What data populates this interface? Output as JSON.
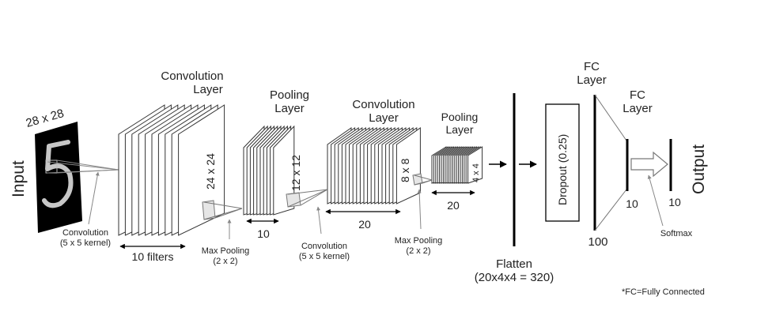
{
  "input": {
    "label": "Input",
    "size": "28 x 28"
  },
  "conv1": {
    "title_line1": "Convolution",
    "title_line2": "Layer",
    "size": "24 x 24",
    "filters": "10 filters",
    "kernel_line1": "Convolution",
    "kernel_line2": "(5 x 5 kernel)"
  },
  "pool1": {
    "title_line1": "Pooling",
    "title_line2": "Layer",
    "size": "12 x 12",
    "depth": "10",
    "op_line1": "Max Pooling",
    "op_line2": "(2 x 2)"
  },
  "conv2": {
    "title_line1": "Convolution",
    "title_line2": "Layer",
    "size": "8 x 8",
    "depth": "20",
    "kernel_line1": "Convolution",
    "kernel_line2": "(5 x 5 kernel)"
  },
  "pool2": {
    "title_line1": "Pooling",
    "title_line2": "Layer",
    "size": "4 x 4",
    "depth": "20",
    "op_line1": "Max Pooling",
    "op_line2": "(2 x 2)"
  },
  "flatten": {
    "line1": "Flatten",
    "line2": "(20x4x4 = 320)"
  },
  "fc1": {
    "title_line1": "FC",
    "title_line2": "Layer",
    "dropout": "Dropout (0.25)",
    "units": "100"
  },
  "fc2": {
    "title_line1": "FC",
    "title_line2": "Layer",
    "units": "10"
  },
  "softmax": "Softmax",
  "output": {
    "label": "Output",
    "units": "10"
  },
  "footnote": "*FC=Fully Connected",
  "colors": {
    "stroke": "#333333",
    "sheet_fill": "#ffffff",
    "line": "#000000",
    "guide": "#888888"
  }
}
